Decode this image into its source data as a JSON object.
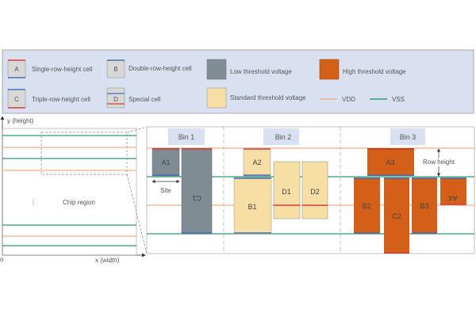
{
  "legend": {
    "single": {
      "letter": "A",
      "label": "Single-row-height cell"
    },
    "double": {
      "letter": "B",
      "label": "Double-row-height cell"
    },
    "triple": {
      "letter": "C",
      "label": "Triple-row-height cell"
    },
    "special": {
      "letter": "D",
      "label": "Special cell"
    },
    "lvt": "Low threshold voltage",
    "svt": "Standard threshold voltage",
    "hvt": "High threshold voltage",
    "vdd": "VDD",
    "vss": "VSS"
  },
  "colors": {
    "lvt": "#7f8c93",
    "svt": "#f6dea4",
    "hvt": "#d35f18",
    "vdd": "#f0b08a",
    "vss": "#2e9a74",
    "red": "#d0403a",
    "blue": "#4a6fb5",
    "legend_bg": "#d9e1f1",
    "bin_bg": "#d9e1f1"
  },
  "chip": {
    "ylabel": "y (height)",
    "xlabel": "x (width)",
    "origin": "o",
    "region": "Chip region",
    "dots": "⋮"
  },
  "bins": [
    "Bin 1",
    "Bin 2",
    "Bin 3"
  ],
  "cells": {
    "A1": "A1",
    "C1": "C1",
    "A2": "A2",
    "B1": "B1",
    "D1": "D1",
    "D2": "D2",
    "A3": "A3",
    "B2": "B2",
    "C2": "C2",
    "B3": "B3",
    "A4": "A4"
  },
  "annotations": {
    "site": "Site",
    "row_height": "Row height"
  }
}
